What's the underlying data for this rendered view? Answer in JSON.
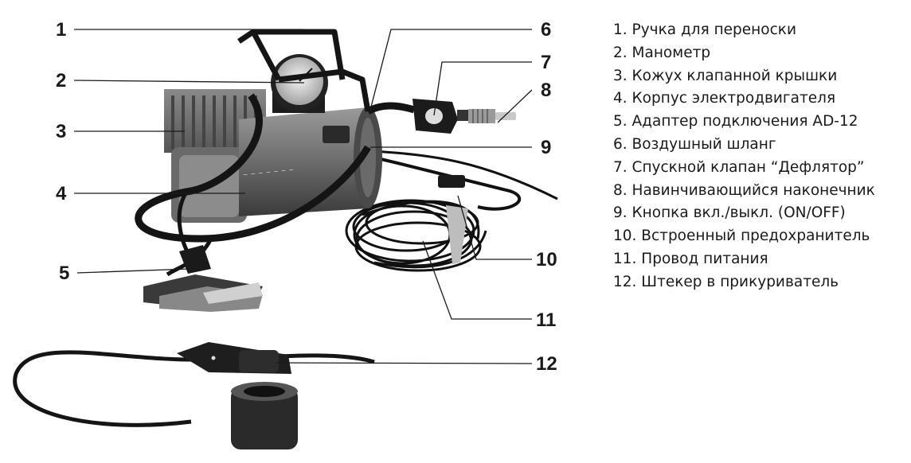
{
  "callouts": [
    "1",
    "2",
    "3",
    "4",
    "5",
    "6",
    "7",
    "8",
    "9",
    "10",
    "11",
    "12"
  ],
  "legend": [
    "1. Ручка для переноски",
    "2. Манометр",
    "3. Кожух клапанной крышки",
    "4. Корпус электродвигателя",
    "5. Адаптер подключения AD-12",
    "6. Воздушный шланг",
    "7.   Спускной клапан “Дефлятор”",
    "8.   Навинчивающийся наконечник",
    "9.   Кнопка вкл./выкл. (ON/OFF)",
    "10. Встроенный предохранитель",
    "11. Провод питания",
    "12. Штекер в прикуриватель"
  ]
}
